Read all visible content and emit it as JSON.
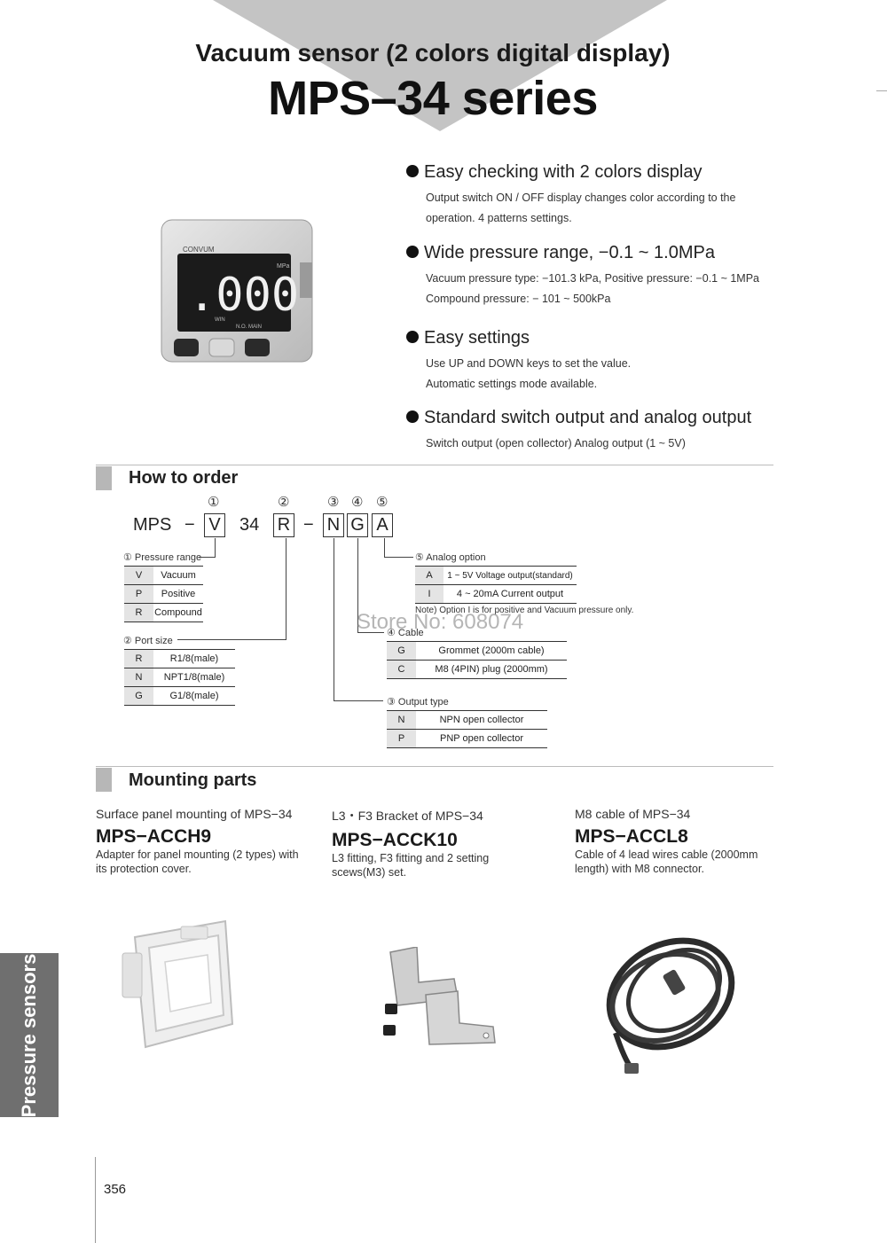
{
  "header": {
    "subtitle": "Vacuum sensor (2 colors digital display)",
    "title": "MPS–34 series"
  },
  "device": {
    "brand": "CONVUM",
    "display": ".000",
    "unit": "MPa",
    "indicator": "WIN",
    "small_labels": "N.O.  MAIN"
  },
  "features": [
    {
      "heading": "Easy checking with 2 colors display",
      "lines": [
        "Output switch ON / OFF display changes color according to the",
        "operation. 4 patterns settings."
      ]
    },
    {
      "heading": "Wide pressure range, −0.1 ~ 1.0MPa",
      "lines": [
        "Vacuum pressure type: −101.3 kPa, Positive pressure: −0.1 ~ 1MPa",
        "Compound pressure: − 101  ~  500kPa"
      ]
    },
    {
      "heading": "Easy settings",
      "lines": [
        "Use UP and DOWN keys to set the value.",
        "Automatic settings mode available."
      ]
    },
    {
      "heading": "Standard switch output and analog output",
      "lines": [
        "Switch output (open collector) Analog output (1 ~ 5V)"
      ]
    }
  ],
  "order": {
    "title": "How to order",
    "code": {
      "prefix": "MPS",
      "dash": "−",
      "range": "V",
      "mid": "34",
      "port": "R",
      "output": "N",
      "cable": "G",
      "analog": "A"
    },
    "circled": [
      "①",
      "②",
      "③",
      "④",
      "⑤"
    ],
    "pressure_range": {
      "label": "① Pressure range",
      "rows": [
        {
          "k": "V",
          "v": "Vacuum"
        },
        {
          "k": "P",
          "v": "Positive"
        },
        {
          "k": "R",
          "v": "Compound"
        }
      ]
    },
    "port_size": {
      "label": "② Port size",
      "rows": [
        {
          "k": "R",
          "v": "R1/8(male)"
        },
        {
          "k": "N",
          "v": "NPT1/8(male)"
        },
        {
          "k": "G",
          "v": "G1/8(male)"
        }
      ]
    },
    "analog_option": {
      "label": "⑤ Analog option",
      "rows": [
        {
          "k": "A",
          "v": "1 ~ 5V Voltage output(standard)"
        },
        {
          "k": "I",
          "v": "4 ~ 20mA Current output"
        }
      ],
      "note": "Note) Option I is for positive and Vacuum pressure only."
    },
    "cable": {
      "label": "④ Cable",
      "rows": [
        {
          "k": "G",
          "v": "Grommet (2000m cable)"
        },
        {
          "k": "C",
          "v": "M8 (4PIN) plug (2000mm)"
        }
      ]
    },
    "output_type": {
      "label": "③ Output type",
      "rows": [
        {
          "k": "N",
          "v": "NPN open collector"
        },
        {
          "k": "P",
          "v": "PNP open collector"
        }
      ]
    },
    "watermark": "Store No: 608074"
  },
  "mounting": {
    "title": "Mounting parts",
    "items": [
      {
        "caption": "Surface panel mounting of MPS−34",
        "code": "MPS−ACCH9",
        "desc": [
          "Adapter for panel mounting (2 types) with",
          "its protection cover."
        ]
      },
      {
        "caption": "L3・F3 Bracket of MPS−34",
        "code": "MPS−ACCK10",
        "desc": [
          "L3 fitting, F3 fitting and 2 setting",
          "scews(M3) set."
        ]
      },
      {
        "caption": "M8 cable of MPS−34",
        "code": "MPS−ACCL8",
        "desc": [
          "Cable of 4 lead wires cable (2000mm",
          "length) with M8 connector."
        ]
      }
    ]
  },
  "side_tab": "Pressure sensors",
  "page_number": "356"
}
